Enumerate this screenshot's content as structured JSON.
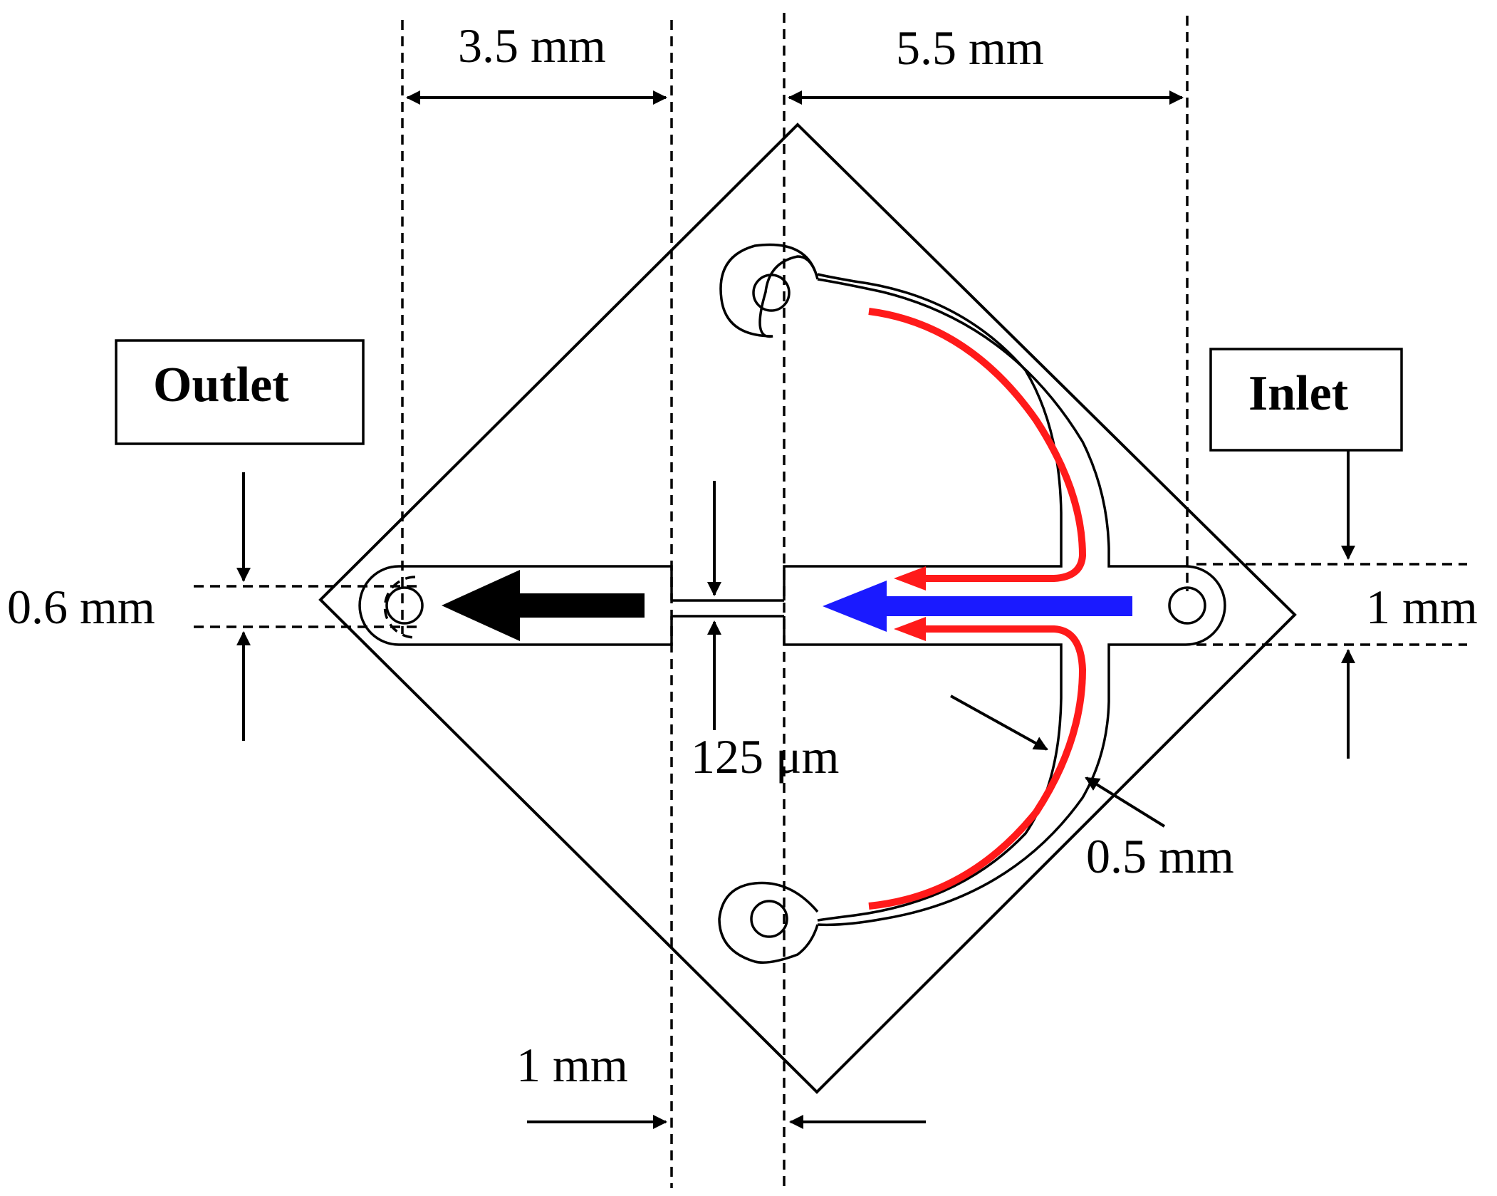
{
  "labels": {
    "dim_outlet_width": "3.5 mm",
    "dim_inlet_width": "5.5 mm",
    "outlet": "Outlet",
    "inlet": "Inlet",
    "dim_outlet_channel": "0.6 mm",
    "dim_inlet_channel": "1 mm",
    "dim_constriction": "125 μm",
    "dim_branch_width": "0.5 mm",
    "dim_neck_length": "1 mm"
  },
  "colors": {
    "line": "#000000",
    "flow_main": "#1a1aff",
    "flow_branch": "#ff1a1a",
    "flow_outlet": "#000000",
    "background": "#ffffff"
  }
}
